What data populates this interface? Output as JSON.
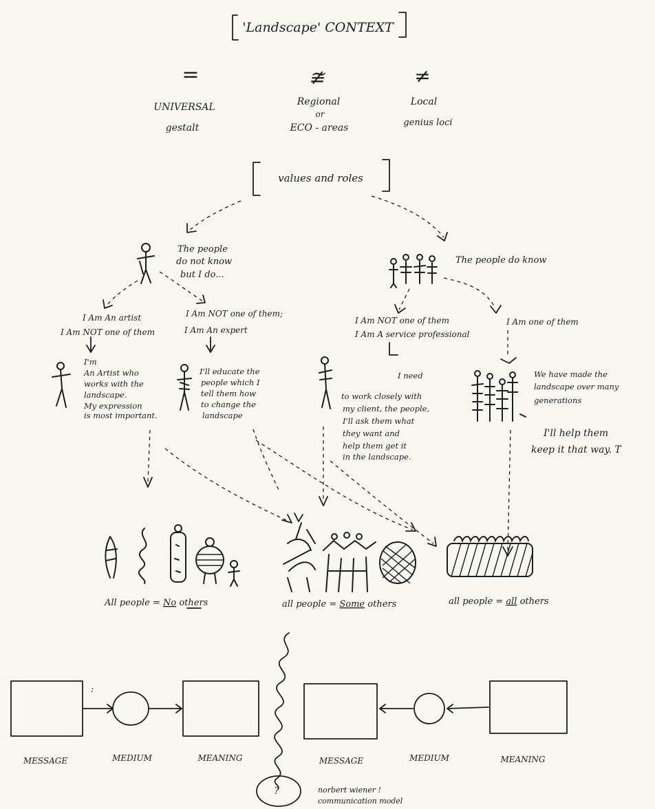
{
  "title": "'Landscape' CONTEXT",
  "scales": [
    {
      "symbol": "=",
      "name": "UNIVERSAL",
      "note": "gestalt"
    },
    {
      "symbol": "≇",
      "name": "Regional",
      "sub": "or",
      "note": "ECO - areas"
    },
    {
      "symbol": "≠",
      "name": "Local",
      "note": "genius loci"
    }
  ],
  "values_box": "values and roles",
  "left_branch": {
    "caption": [
      "The people",
      "do not know",
      "but I do..."
    ],
    "option_a": [
      "I Am An artist",
      "I Am NOT one of them"
    ],
    "option_b": [
      "I Am NOT one of them;",
      "I Am An expert"
    ],
    "statement_a": [
      "I'm",
      "An Artist who",
      "works with the",
      "landscape.",
      "My expression",
      "is most important."
    ],
    "statement_b": [
      "I'll educate the",
      "people which I",
      "tell them how",
      "to change the",
      "landscape"
    ]
  },
  "right_branch": {
    "caption": "The people do know",
    "option_a": [
      "I Am NOT one of them",
      "I Am A service professional"
    ],
    "option_b": "I Am one of them",
    "statement_a": [
      "I need",
      "to work closely with",
      "my client, the people,",
      "I'll ask them what",
      "they want and",
      "help them get it",
      "in the landscape."
    ],
    "statement_b": [
      "We have made the",
      "landscape over many",
      "generations"
    ],
    "statement_c": [
      "I'll help them",
      "keep it that way. T"
    ]
  },
  "groups": [
    {
      "pre": "All people = ",
      "key": "No",
      "post": " others"
    },
    {
      "pre": "all people = ",
      "key": "Some",
      "post": " others"
    },
    {
      "pre": "all people = ",
      "key": "all",
      "post": " others"
    }
  ],
  "model": {
    "left": [
      "MESSAGE",
      "MEDIUM",
      "MEANING"
    ],
    "right": [
      "MESSAGE",
      "MEDIUM",
      "MEANING"
    ],
    "question": "?",
    "note": [
      "norbert wiener !",
      "communication model"
    ]
  }
}
